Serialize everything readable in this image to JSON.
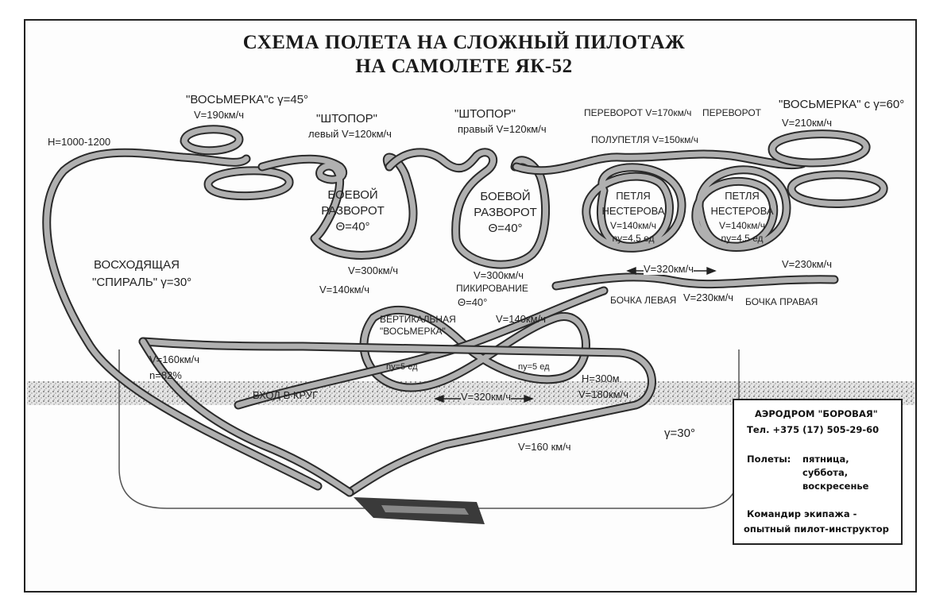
{
  "title_line1": "СХЕМА ПОЛЕТА НА СЛОЖНЫЙ ПИЛОТАЖ",
  "title_line2": "НА САМОЛЕТЕ ЯК-52",
  "labels": {
    "h_alt": "H=1000-1200",
    "eight45_title": "\"ВОСЬМЕРКА\"с γ=45°",
    "eight45_speed": "V=190км/ч",
    "spin_left_title": "\"ШТОПОР\"",
    "spin_left_speed": "левый V=120км/ч",
    "spin_right_title": "\"ШТОПОР\"",
    "spin_right_speed": "правый V=120км/ч",
    "perevorot_a": "ПЕРЕВОРОТ V=170км/ч",
    "perevorot_b": "ПЕРЕВОРОТ",
    "eight60_title": "\"ВОСЬМЕРКА\" с γ=60°",
    "eight60_speed": "V=210км/ч",
    "polupetlya": "ПОЛУПЕТЛЯ V=150км/ч",
    "boevoy1_l1": "БОЕВОЙ",
    "boevoy1_l2": "РАЗВОРОТ",
    "boevoy1_l3": "Θ=40°",
    "boevoy2_l1": "БОЕВОЙ",
    "boevoy2_l2": "РАЗВОРОТ",
    "boevoy2_l3": "Θ=40°",
    "petlya1_l1": "ПЕТЛЯ",
    "petlya1_l2": "НЕСТЕРОВА",
    "petlya1_l3": "V=140км/ч",
    "petlya1_l4": "nу=4.5 ед",
    "petlya2_l1": "ПЕТЛЯ",
    "petlya2_l2": "НЕСТЕРОВА",
    "petlya2_l3": "V=140км/ч",
    "petlya2_l4": "nу=4.5 ед",
    "v230_a": "V=230км/ч",
    "v320_top": "V=320км/ч",
    "v300_1": "V=300км/ч",
    "v300_2": "V=300км/ч",
    "pikirovanie": "ПИКИРОВАНИЕ",
    "pikirovanie_angle": "Θ=40°",
    "v140_a": "V=140км/ч",
    "v140_b": "V=140км/ч",
    "bochka_left": "БОЧКА ЛЕВАЯ",
    "v230_b": "V=230км/ч",
    "bochka_right": "БОЧКА ПРАВАЯ",
    "spiral_l1": "ВОСХОДЯЩАЯ",
    "spiral_l2": "\"СПИРАЛЬ\" γ=30°",
    "vert8_l1": "ВЕРТИКАЛЬНАЯ",
    "vert8_l2": "\"ВОСЬМЕРКА\"",
    "n5_a": "nу=5 ед",
    "n5_b": "nу=5 ед",
    "v160_n": "V=160км/ч",
    "n82": "n=82%",
    "h300": "H=300м",
    "v180": "V=180км/ч",
    "vhod": "ВХОД В КРУГ",
    "v320_bottom": "V=320км/ч",
    "v160_low": "V=160 км/ч",
    "gamma30": "γ=30°"
  },
  "info": {
    "name": "АЭРОДРОМ \"БОРОВАЯ\"",
    "phone": "Тел. +375 (17) 505-29-60",
    "flights_label": "Полеты:",
    "day1": "пятница,",
    "day2": "суббота,",
    "day3": "воскресенье",
    "commander_l1": "Командир экипажа -",
    "commander_l2": "опытный пилот-инструктор"
  },
  "colors": {
    "ribbon_fill": "#b0b0b0",
    "ribbon_edge": "#2a2a2a",
    "ink": "#222222",
    "ground_haze": "#c8c8c8"
  }
}
